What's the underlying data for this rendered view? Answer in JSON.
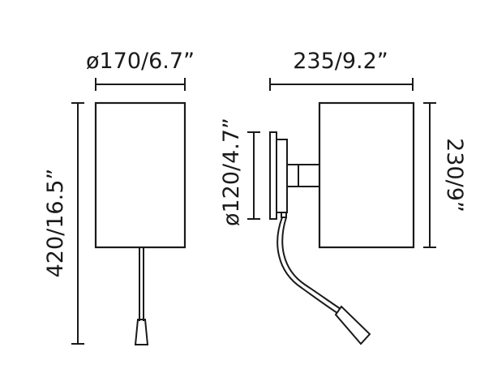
{
  "front_view": {
    "width_label": "ø170/6.7”",
    "height_label": "420/16.5”"
  },
  "side_view": {
    "depth_label": "235/9.2”",
    "height_label": "230/9”",
    "base_label": "ø120/4.7”"
  },
  "colors": {
    "line": "#1a1a1a",
    "background": "#ffffff"
  }
}
